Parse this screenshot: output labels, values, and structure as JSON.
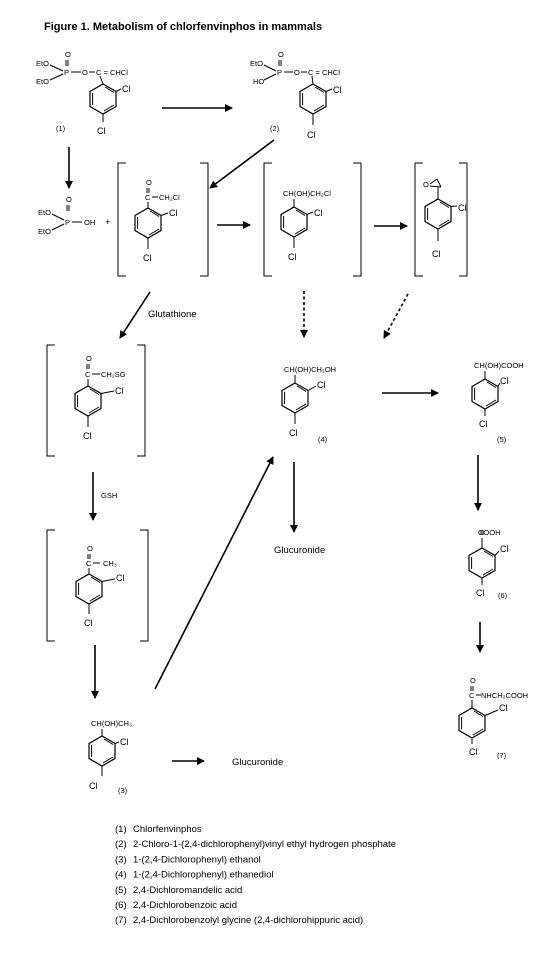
{
  "title": "Figure 1.  Metabolism of chlorfenvinphos in mammals",
  "compounds": {
    "c1": {
      "number": "(1)",
      "o_top": "O",
      "p": "P",
      "o_chain": "O",
      "chain": "C = CHCl",
      "eto1": "EtO",
      "eto2": "EtO",
      "cl_ortho": "Cl",
      "cl_para": "Cl"
    },
    "c2": {
      "number": "(2)",
      "o_top": "O",
      "p": "P",
      "o_chain": "O",
      "chain": "C = CHCl",
      "eto": "EtO",
      "ho": "HO",
      "cl_ortho": "Cl",
      "cl_para": "Cl"
    },
    "diethylphosphate": {
      "o_top": "O",
      "p": "P",
      "oh": "OH",
      "eto1": "EtO",
      "eto2": "EtO",
      "plus": "+"
    },
    "ketone_cl": {
      "o_top": "O",
      "c": "C",
      "chain": "CH₂Cl",
      "cl_ortho": "Cl",
      "cl_para": "Cl"
    },
    "chlorohydrin": {
      "chain": "CH(OH)CH₂Cl",
      "cl_ortho": "Cl",
      "cl_para": "Cl"
    },
    "epoxide": {
      "o": "O",
      "cl_ortho": "Cl",
      "cl_para": "Cl"
    },
    "sg_adduct": {
      "o_top": "O",
      "c": "C",
      "chain": "CH₂SG",
      "cl_ortho": "Cl",
      "cl_para": "Cl"
    },
    "c4": {
      "number": "(4)",
      "chain": "CH(OH)CH₂OH",
      "cl_ortho": "Cl",
      "cl_para": "Cl"
    },
    "c5": {
      "number": "(5)",
      "chain": "CH(OH)COOH",
      "cl_ortho": "Cl",
      "cl_para": "Cl"
    },
    "acetophenone": {
      "o_top": "O",
      "c": "C",
      "chain": "CH₃",
      "cl_ortho": "Cl",
      "cl_para": "Cl"
    },
    "c6": {
      "number": "(6)",
      "chain": "COOH",
      "cl_ortho": "Cl",
      "cl_para": "Cl"
    },
    "c3": {
      "number": "(3)",
      "chain": "CH(OH)CH₃",
      "cl_ortho": "Cl",
      "cl_para": "Cl"
    },
    "c7": {
      "number": "(7)",
      "o_top": "O",
      "c": "C",
      "chain": "NHCH₂COOH",
      "cl_ortho": "Cl",
      "cl_para": "Cl"
    }
  },
  "arrow_labels": {
    "glutathione": "Glutathione",
    "gsh": "GSH",
    "glucuronide_4": "Glucuronide",
    "glucuronide_3": "Glucuronide"
  },
  "legend": [
    {
      "number": "(1)",
      "name": "Chlorfenvinphos"
    },
    {
      "number": "(2)",
      "name": "2-Chloro-1-(2,4-dichlorophenyl)vinyl ethyl hydrogen phosphate"
    },
    {
      "number": "(3)",
      "name": "1-(2,4-Dichlorophenyl) ethanol"
    },
    {
      "number": "(4)",
      "name": "1-(2,4-Dichlorophenyl) ethanediol"
    },
    {
      "number": "(5)",
      "name": "2,4-Dichloromandelic acid"
    },
    {
      "number": "(6)",
      "name": "2,4-Dichlorobenzoic acid"
    },
    {
      "number": "(7)",
      "name": "2,4-Dichlorobenzolyl glycine (2,4-dichlorohippuric acid)"
    }
  ]
}
